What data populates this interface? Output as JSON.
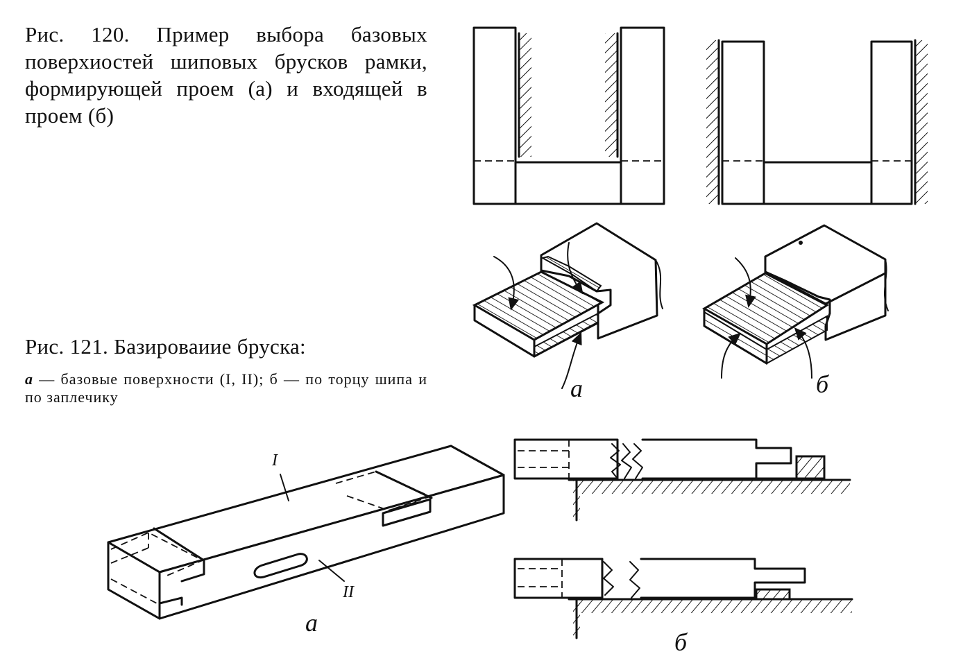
{
  "fig120": {
    "caption_prefix": "Рис. 120.",
    "caption_text": "Пример выбора базовых поверхиостей шиповых брусков рамки, формирующей проем (а) и входящей в проем (б)"
  },
  "fig121": {
    "title": "Рис. 121. Базироваиие бруска:",
    "desc_a": "а",
    "desc_text": " — базовые поверхности (I, II); б — по торцу шипа и по заплечику"
  },
  "labels": {
    "fig120_a": "а",
    "fig120_b": "б",
    "fig121_a": "а",
    "fig121_b": "б",
    "surface_1": "I",
    "surface_2": "II"
  }
}
